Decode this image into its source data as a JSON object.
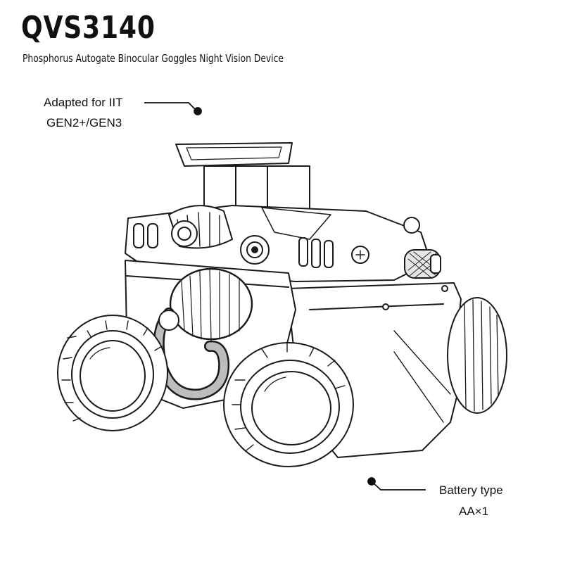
{
  "header": {
    "title": "QVS3140",
    "subtitle": "Phosphorus Autogate Binocular Goggles Night Vision Device"
  },
  "callouts": {
    "iit": {
      "line1": "Adapted for IIT",
      "line2": "GEN2+/GEN3"
    },
    "battery": {
      "line1": "Battery type",
      "line2": "AA×1"
    }
  },
  "colors": {
    "ink": "#111111",
    "background": "#ffffff"
  }
}
